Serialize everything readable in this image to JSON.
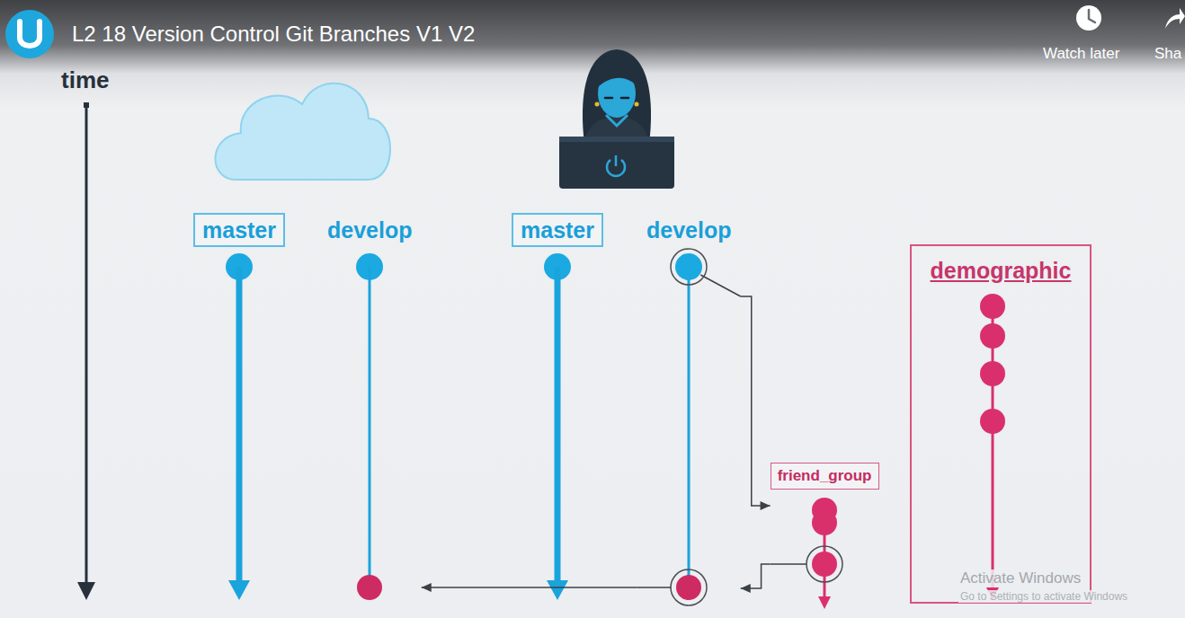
{
  "diagram": {
    "title": "L2 18 Version Control Git Branches V1 V2",
    "nodes": [
      {
        "text": [
          "master"
        ]
      },
      {
        "text": [
          "develop"
        ]
      },
      {
        "text": [
          "master"
        ]
      },
      {
        "text": [
          "develop"
        ]
      },
      {
        "text": [
          "friend_group"
        ]
      },
      {
        "text": [
          "demographic"
        ]
      }
    ],
    "edges": [
      {
        "from": 3,
        "to": 4,
        "arrow": "to"
      },
      {
        "from": 4,
        "to": 3,
        "arrow": "to"
      },
      {
        "from": 3,
        "to": 1,
        "arrow": "to"
      }
    ],
    "labels": [
      "time",
      "Watch later",
      "Sha",
      "Activate Windows",
      "Go to Settings to activate Windows"
    ]
  }
}
